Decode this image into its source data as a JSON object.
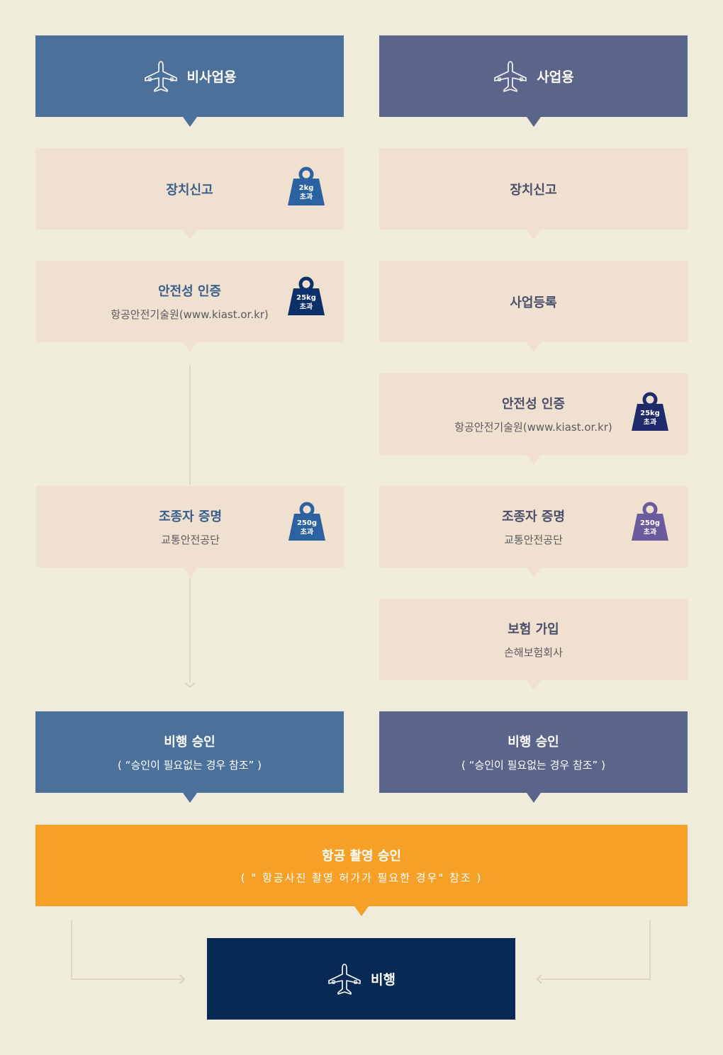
{
  "columns": {
    "non_business": {
      "label": "비사업용"
    },
    "business": {
      "label": "사업용"
    }
  },
  "left": {
    "device_report": {
      "title": "장치신고",
      "weight": "2kg",
      "exceed": "초과"
    },
    "safety_cert": {
      "title": "안전성 인증",
      "sub": "항공안전기술원(www.kiast.or.kr)",
      "weight": "25kg",
      "exceed": "초과"
    },
    "pilot_cert": {
      "title": "조종자 증명",
      "sub": "교통안전공단",
      "weight": "250g",
      "exceed": "초과"
    },
    "flight_approval": {
      "title": "비행 승인",
      "sub": "( “승인이 필요없는 경우 참조” )"
    }
  },
  "right": {
    "device_report": {
      "title": "장치신고"
    },
    "business_reg": {
      "title": "사업등록"
    },
    "safety_cert": {
      "title": "안전성 인증",
      "sub": "항공안전기술원(www.kiast.or.kr)",
      "weight": "25kg",
      "exceed": "초과"
    },
    "pilot_cert": {
      "title": "조종자 증명",
      "sub": "교통안전공단",
      "weight": "250g",
      "exceed": "초과"
    },
    "insurance": {
      "title": "보험 가입",
      "sub": "손해보험회사"
    },
    "flight_approval": {
      "title": "비행 승인",
      "sub": "( “승인이 필요없는 경우 참조” )"
    }
  },
  "aerial": {
    "title": "항공 촬영 승인",
    "sub": "( \" 항공사진 촬영 허가가 필요한 경우\" 참조 )"
  },
  "flight": {
    "label": "비행"
  },
  "colors": {
    "background": "#f0ecdb",
    "non_business": "#4b7099",
    "business": "#5b6489",
    "step": "#efe0cf",
    "aerial": "#f6a028",
    "flight": "#072a55",
    "weight_blue": "#2d62a0",
    "weight_navy": "#1f2a6b",
    "weight_purple": "#6a5b9c"
  },
  "icons": [
    "airplane-icon",
    "weight-icon",
    "arrow-right-icon",
    "arrow-left-icon",
    "chevron-down-icon"
  ]
}
